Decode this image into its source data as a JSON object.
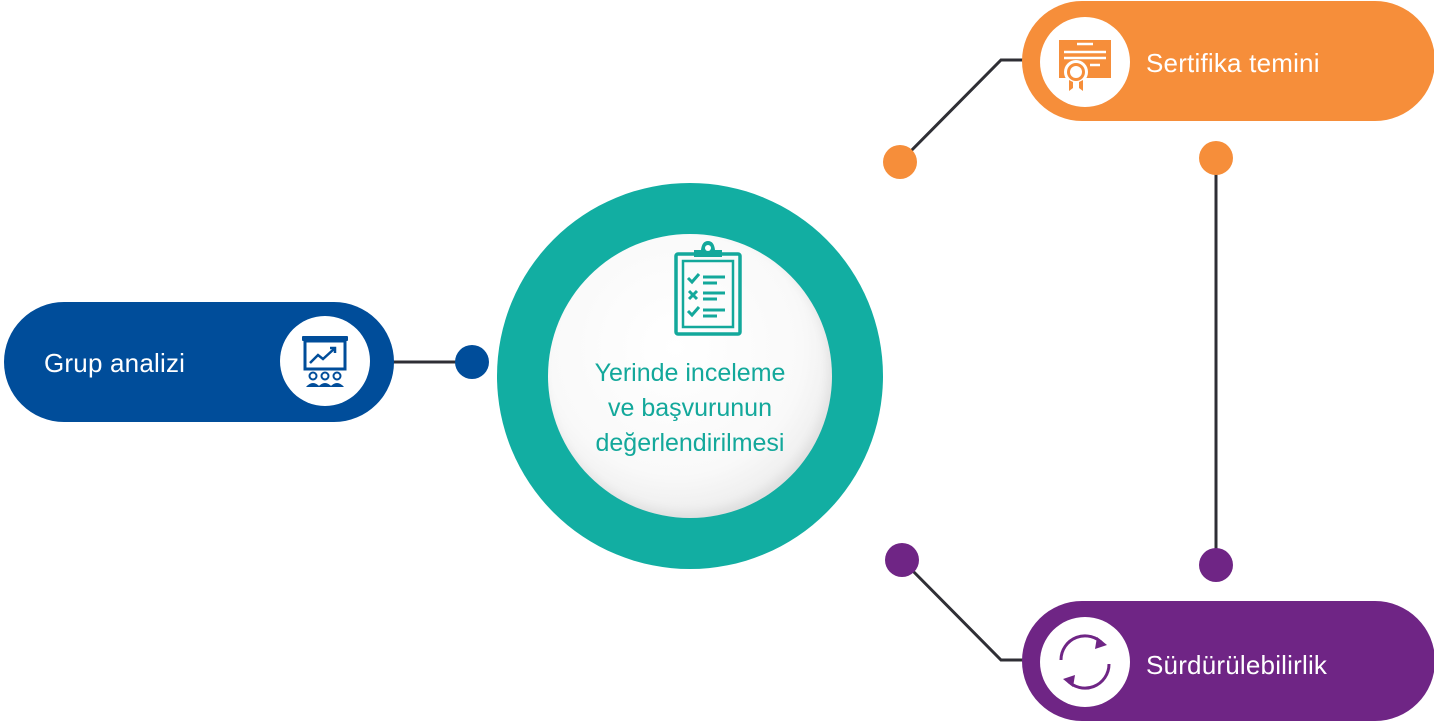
{
  "center": {
    "lines": [
      "Yerinde inceleme",
      "ve başvurunun",
      "değerlendirilmesi"
    ],
    "icon": "clipboard-checklist-icon",
    "ring_color": "#12aea2",
    "text_color": "#13a89b"
  },
  "nodes": {
    "group_analysis": {
      "label": "Grup analizi",
      "icon": "presentation-chart-icon",
      "color": "#004d9a"
    },
    "certificate": {
      "label": "Sertifika temini",
      "icon": "certificate-icon",
      "color": "#f68e3a"
    },
    "sustainability": {
      "label": "Sürdürülebilirlik",
      "icon": "cycle-arrows-icon",
      "color": "#6f2585"
    }
  },
  "connector_color": "#2f2f35"
}
